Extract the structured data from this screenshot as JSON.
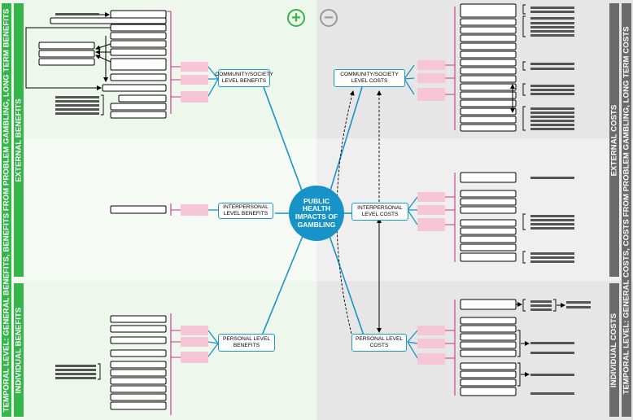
{
  "symbols": {
    "plus": "+",
    "minus": "−"
  },
  "center": {
    "title": "PUBLIC HEALTH IMPACTS OF GAMBLING"
  },
  "benefits": {
    "community": "COMMUNITY/SOCIETY LEVEL BENEFITS",
    "interpersonal": "INTERPERSONAL LEVEL BENEFITS",
    "personal": "PERSONAL LEVEL BENEFITS"
  },
  "costs": {
    "community": "COMMUNITY/SOCIETY LEVEL COSTS",
    "interpersonal": "INTERPERSONAL LEVEL COSTS",
    "personal": "PERSONAL LEVEL COSTS"
  },
  "left_bars": {
    "temporal": "TEMPORAL LEVEL: GENERAL BENEFITS, BENEFITS FROM PROBLEM GAMBLING, LONG TERM BENEFITS",
    "external": "EXTERNAL BENEFITS",
    "individual": "INDIVIDUAL BENEFITS"
  },
  "right_bars": {
    "external": "EXTERNAL COSTS",
    "individual": "INDIVIDUAL COSTS",
    "temporal": "TEMPORAL LEVEL: GENERAL COSTS, COSTS FROM PROBLEM GAMBLING, LONG TERM COSTS"
  },
  "colors": {
    "accent_blue": "#1793c8",
    "benefit_green": "#35b54a",
    "cost_grey": "#6b6b6b",
    "pink_box": "#f7c6d6",
    "magenta_line": "#d0308a"
  }
}
